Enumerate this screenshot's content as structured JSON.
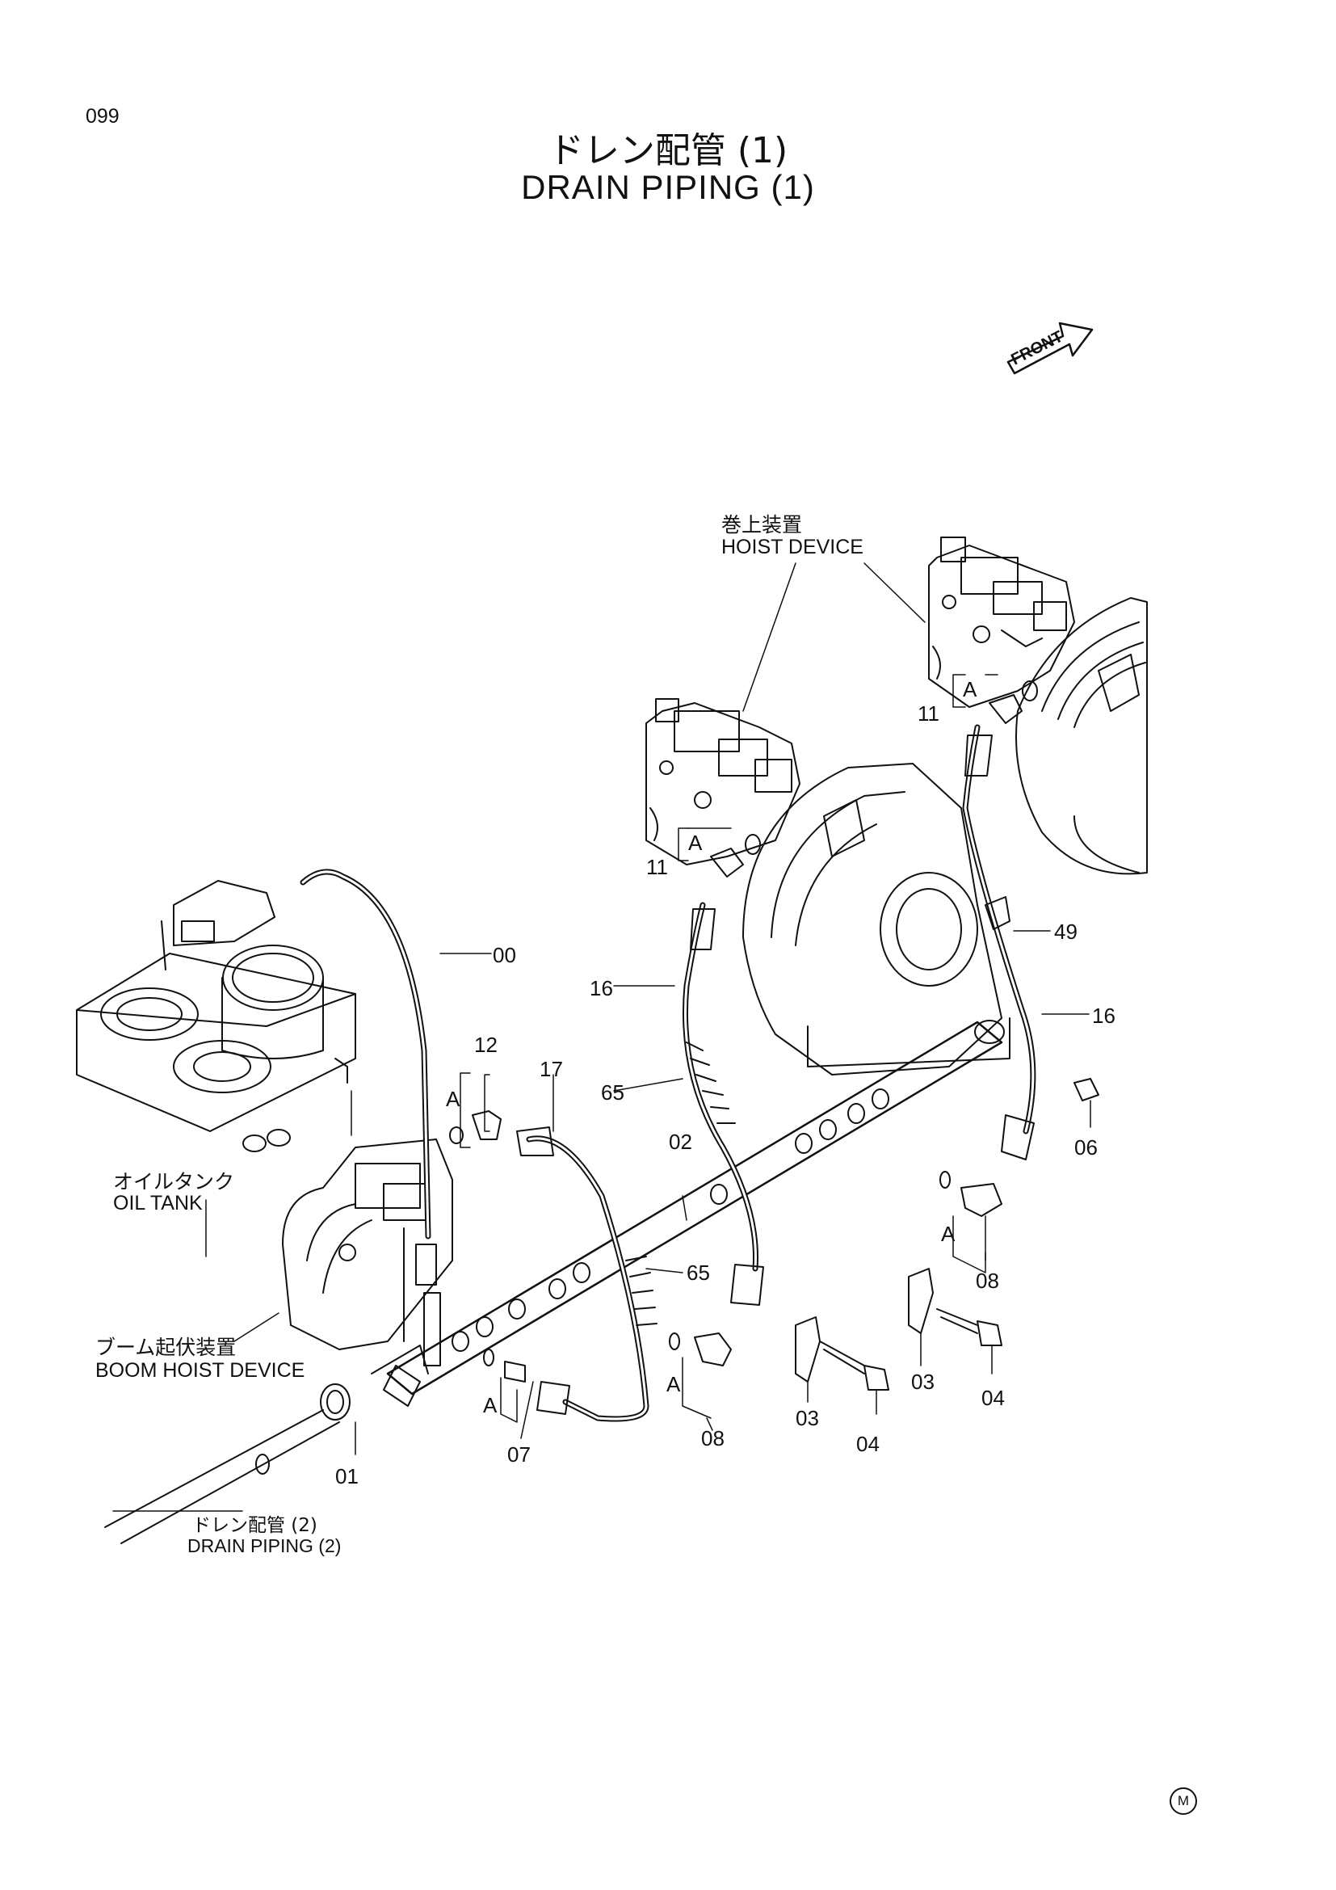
{
  "page": {
    "number": "099"
  },
  "title": {
    "japanese": "ドレン配管 (1)",
    "english": "DRAIN PIPING (1)"
  },
  "front_indicator": "FRONT",
  "components": {
    "hoist_device": {
      "jp": "巻上装置",
      "en": "HOIST DEVICE"
    },
    "oil_tank": {
      "jp": "オイルタンク",
      "en": "OIL TANK"
    },
    "boom_hoist_device": {
      "jp": "ブーム起伏装置",
      "en": "BOOM HOIST DEVICE"
    },
    "drain_piping_2": {
      "jp": "ドレン配管 (2)",
      "en": "DRAIN PIPING (2)"
    }
  },
  "callouts": {
    "c00": "00",
    "c01": "01",
    "c02": "02",
    "c03a": "03",
    "c03b": "03",
    "c04a": "04",
    "c04b": "04",
    "c06": "06",
    "c07": "07",
    "c08a": "08",
    "c08b": "08",
    "c11a": "11",
    "c11b": "11",
    "c12": "12",
    "c16a": "16",
    "c16b": "16",
    "c17": "17",
    "c49": "49",
    "c65a": "65",
    "c65b": "65"
  },
  "detail_markers": {
    "a1": "A",
    "a2": "A",
    "a3": "A",
    "a4": "A",
    "a5": "A",
    "a6": "A"
  },
  "footer_mark": "M"
}
